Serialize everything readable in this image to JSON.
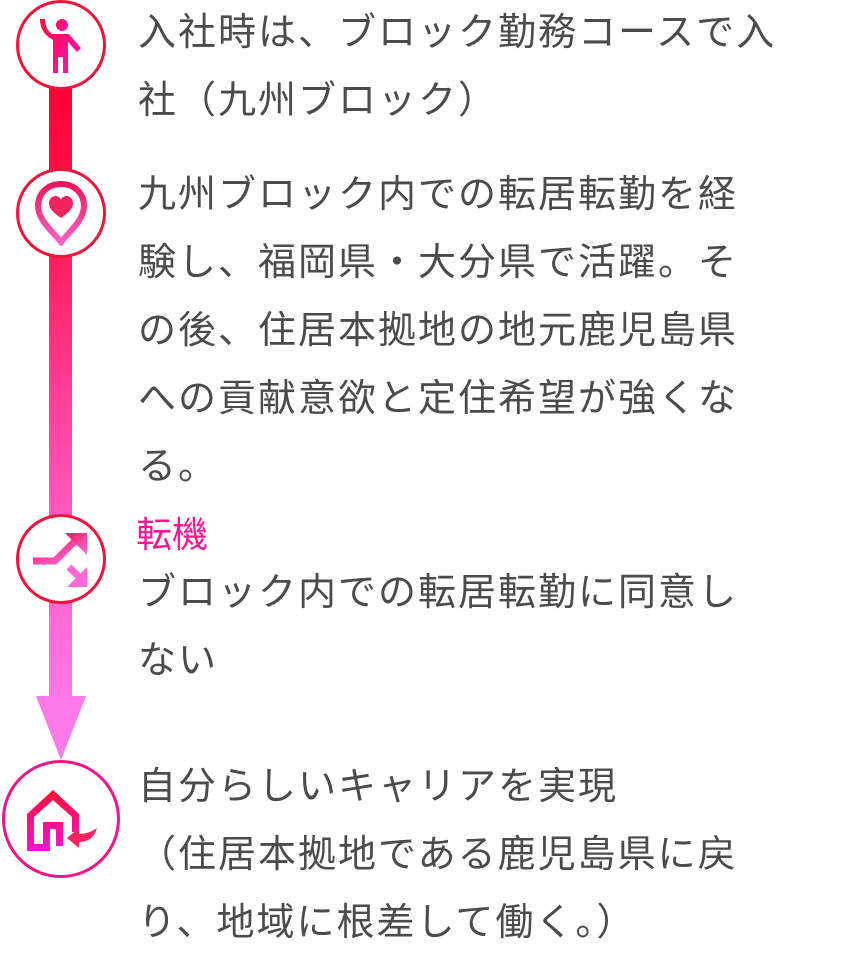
{
  "colors": {
    "line_top": "#ff0030",
    "line_bottom": "#ff77e6",
    "node_border": "#f0143a",
    "accent_label": "#ff1493",
    "body_text": "#4b4b4b"
  },
  "steps": [
    {
      "icon": "person-waving-icon",
      "text": "入社時は、ブロック勤務コースで入\n社（九州ブロック）"
    },
    {
      "icon": "location-heart-icon",
      "text": "九州ブロック内での転居転勤を経\n験し、福岡県・大分県で活躍。そ\nの後、住居本拠地の地元鹿児島県\nへの貢献意欲と定住希望が強くな\nる。"
    },
    {
      "icon": "split-arrows-icon",
      "label": "転機",
      "text": "ブロック内での転居転勤に同意し\nない"
    },
    {
      "icon": "home-return-icon",
      "text": "自分らしいキャリアを実現\n（住居本拠地である鹿児島県に戻\nり、地域に根差して働く。）"
    }
  ]
}
